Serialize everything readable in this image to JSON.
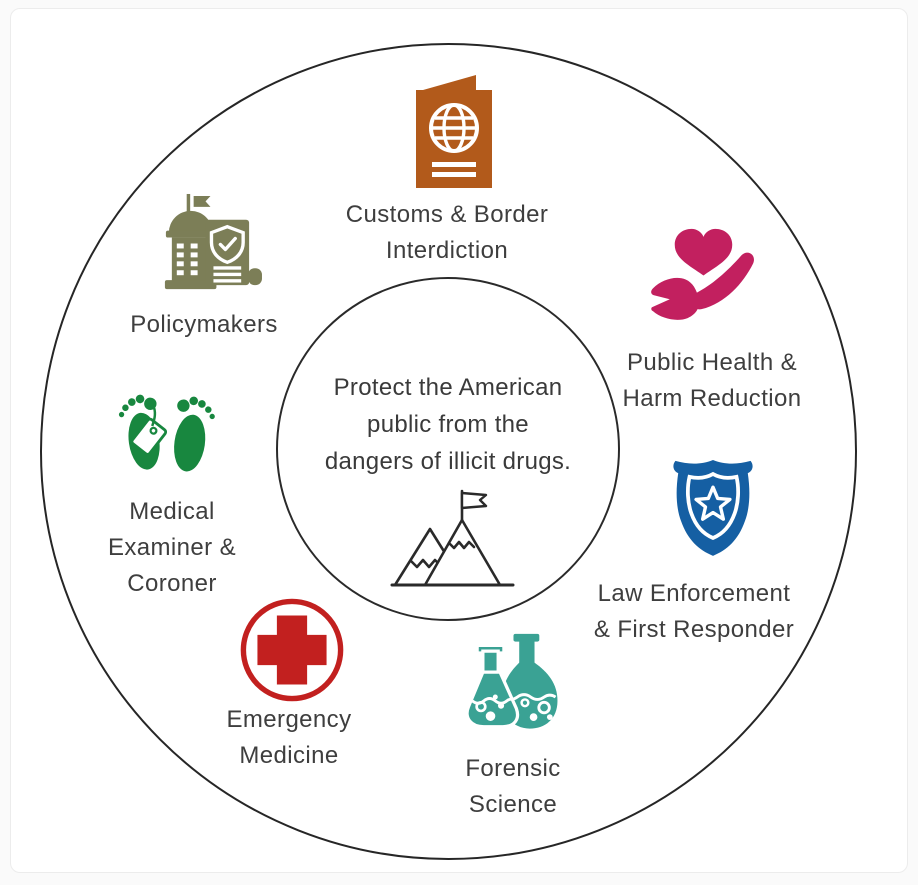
{
  "diagram": {
    "title_hint": "stakeholder-circle-infographic",
    "mission": {
      "text": "Protect the American\npublic from the\ndangers of illicit drugs.",
      "icon": "mountain-summit-flag-icon"
    },
    "stakeholders": [
      {
        "id": "customs-border-interdiction",
        "label": "Customs & Border\nInterdiction",
        "icon": "passport-icon",
        "color": "#b25a1b"
      },
      {
        "id": "policymakers",
        "label": "Policymakers",
        "icon": "capitol-policy-document-icon",
        "color": "#7c7e57"
      },
      {
        "id": "public-health-harm-reduction",
        "label": "Public Health &\nHarm Reduction",
        "icon": "heart-in-hand-icon",
        "color": "#c2205f"
      },
      {
        "id": "medical-examiner-coroner",
        "label": "Medical\nExaminer &\nCoroner",
        "icon": "feet-toe-tag-icon",
        "color": "#18873f"
      },
      {
        "id": "law-enforcement-first-responder",
        "label": "Law Enforcement\n& First Responder",
        "icon": "police-badge-star-icon",
        "color": "#155fa3"
      },
      {
        "id": "emergency-medicine",
        "label": "Emergency\nMedicine",
        "icon": "medical-cross-icon",
        "color": "#c2201f"
      },
      {
        "id": "forensic-science",
        "label": "Forensic\nScience",
        "icon": "chemistry-flasks-icon",
        "color": "#3aa294"
      }
    ],
    "colors": {
      "background": "#fafafa",
      "card": "#ffffff",
      "circle_stroke": "#2a2a2a",
      "text": "#3e3e3e",
      "mountain_stroke": "#2a2a2a"
    }
  }
}
